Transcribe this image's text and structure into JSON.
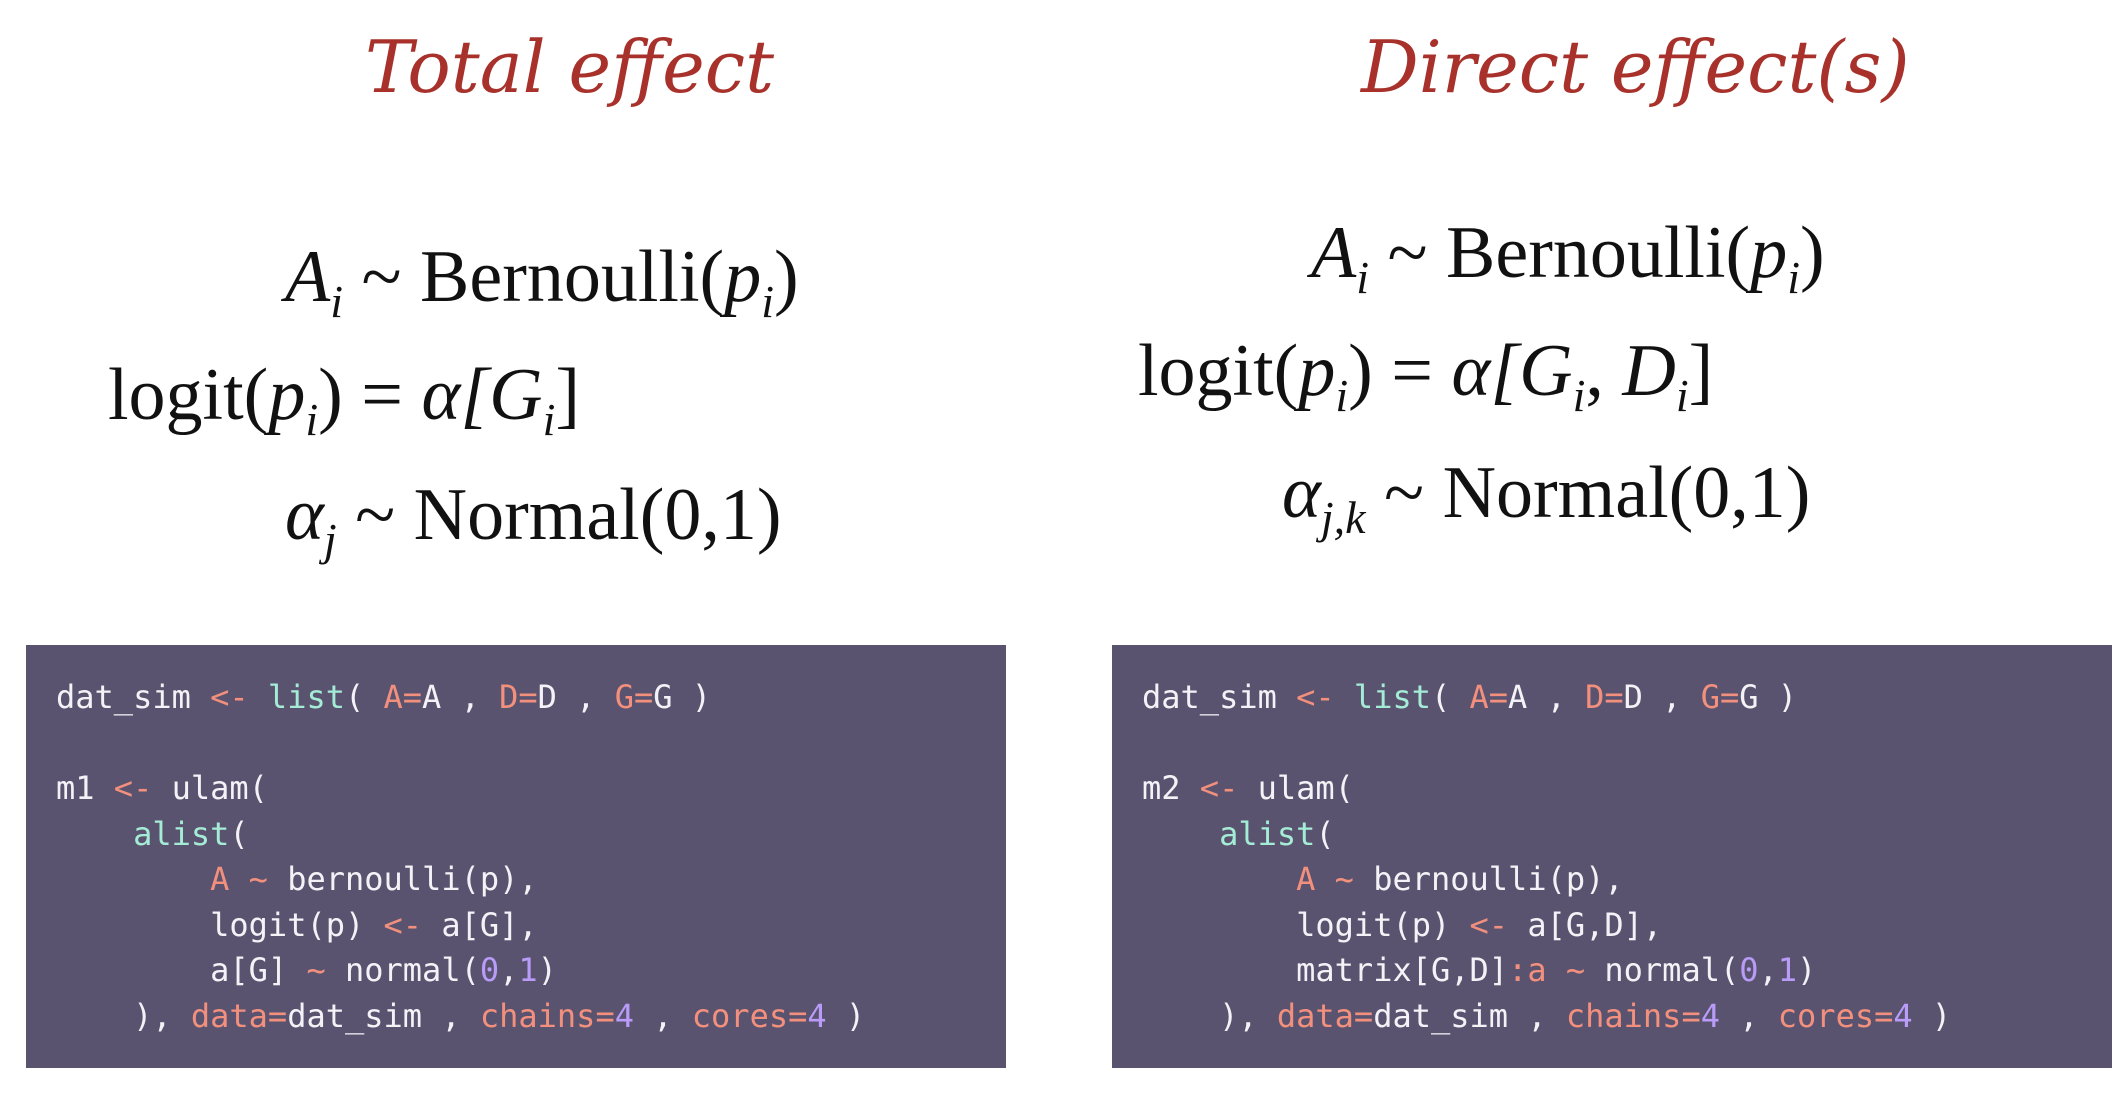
{
  "left": {
    "title": "Total effect",
    "equations": {
      "eq1": {
        "lhs_var": "A",
        "lhs_sub": "i",
        "rel": " ~ ",
        "dist": "Bernoulli(",
        "arg": "p",
        "arg_sub": "i",
        "close": ")"
      },
      "eq2": {
        "fn": "logit(",
        "arg": "p",
        "arg_sub": "i",
        "close": ")",
        "rel": " = ",
        "alpha": "α[",
        "idx": "G",
        "idx_sub": "i",
        "end": "]"
      },
      "eq3": {
        "lhs_var": "α",
        "lhs_sub": "j",
        "rel": " ~ ",
        "dist": "Normal(0,1)"
      }
    },
    "code": [
      [
        [
          "t",
          "dat_sim "
        ],
        [
          "op",
          "<-"
        ],
        [
          "t",
          " "
        ],
        [
          "f",
          "list"
        ],
        [
          "t",
          "( "
        ],
        [
          "k",
          "A"
        ],
        [
          "op",
          "="
        ],
        [
          "t",
          "A , "
        ],
        [
          "k",
          "D"
        ],
        [
          "op",
          "="
        ],
        [
          "t",
          "D , "
        ],
        [
          "k",
          "G"
        ],
        [
          "op",
          "="
        ],
        [
          "t",
          "G )"
        ]
      ],
      [],
      [
        [
          "t",
          "m1 "
        ],
        [
          "op",
          "<-"
        ],
        [
          "t",
          " ulam("
        ]
      ],
      [
        [
          "t",
          "    "
        ],
        [
          "f",
          "alist"
        ],
        [
          "t",
          "("
        ]
      ],
      [
        [
          "t",
          "        "
        ],
        [
          "k",
          "A"
        ],
        [
          "t",
          " "
        ],
        [
          "op",
          "~"
        ],
        [
          "t",
          " bernoulli(p),"
        ]
      ],
      [
        [
          "t",
          "        logit(p) "
        ],
        [
          "op",
          "<-"
        ],
        [
          "t",
          " a[G],"
        ]
      ],
      [
        [
          "t",
          "        a[G] "
        ],
        [
          "op",
          "~"
        ],
        [
          "t",
          " normal("
        ],
        [
          "n",
          "0"
        ],
        [
          "t",
          ","
        ],
        [
          "n",
          "1"
        ],
        [
          "t",
          ")"
        ]
      ],
      [
        [
          "t",
          "    ), "
        ],
        [
          "k",
          "data"
        ],
        [
          "op",
          "="
        ],
        [
          "t",
          "dat_sim , "
        ],
        [
          "k",
          "chains"
        ],
        [
          "op",
          "="
        ],
        [
          "n",
          "4"
        ],
        [
          "t",
          " , "
        ],
        [
          "k",
          "cores"
        ],
        [
          "op",
          "="
        ],
        [
          "n",
          "4"
        ],
        [
          "t",
          " )"
        ]
      ]
    ]
  },
  "right": {
    "title": "Direct effect(s)",
    "equations": {
      "eq1": {
        "lhs_var": "A",
        "lhs_sub": "i",
        "rel": " ~ ",
        "dist": "Bernoulli(",
        "arg": "p",
        "arg_sub": "i",
        "close": ")"
      },
      "eq2": {
        "fn": "logit(",
        "arg": "p",
        "arg_sub": "i",
        "close": ")",
        "rel": " = ",
        "alpha": "α[",
        "idx": "G",
        "idx_sub": "i",
        "sep": ", ",
        "idx2": "D",
        "idx2_sub": "i",
        "end": "]"
      },
      "eq3": {
        "lhs_var": "α",
        "lhs_sub": "j,k",
        "rel": " ~ ",
        "dist": "Normal(0,1)"
      }
    },
    "code": [
      [
        [
          "t",
          "dat_sim "
        ],
        [
          "op",
          "<-"
        ],
        [
          "t",
          " "
        ],
        [
          "f",
          "list"
        ],
        [
          "t",
          "( "
        ],
        [
          "k",
          "A"
        ],
        [
          "op",
          "="
        ],
        [
          "t",
          "A , "
        ],
        [
          "k",
          "D"
        ],
        [
          "op",
          "="
        ],
        [
          "t",
          "D , "
        ],
        [
          "k",
          "G"
        ],
        [
          "op",
          "="
        ],
        [
          "t",
          "G )"
        ]
      ],
      [],
      [
        [
          "t",
          "m2 "
        ],
        [
          "op",
          "<-"
        ],
        [
          "t",
          " ulam("
        ]
      ],
      [
        [
          "t",
          "    "
        ],
        [
          "f",
          "alist"
        ],
        [
          "t",
          "("
        ]
      ],
      [
        [
          "t",
          "        "
        ],
        [
          "k",
          "A"
        ],
        [
          "t",
          " "
        ],
        [
          "op",
          "~"
        ],
        [
          "t",
          " bernoulli(p),"
        ]
      ],
      [
        [
          "t",
          "        logit(p) "
        ],
        [
          "op",
          "<-"
        ],
        [
          "t",
          " a[G,D],"
        ]
      ],
      [
        [
          "t",
          "        matrix[G,D]"
        ],
        [
          "op",
          ":"
        ],
        [
          "k",
          "a"
        ],
        [
          "t",
          " "
        ],
        [
          "op",
          "~"
        ],
        [
          "t",
          " normal("
        ],
        [
          "n",
          "0"
        ],
        [
          "t",
          ","
        ],
        [
          "n",
          "1"
        ],
        [
          "t",
          ")"
        ]
      ],
      [
        [
          "t",
          "    ), "
        ],
        [
          "k",
          "data"
        ],
        [
          "op",
          "="
        ],
        [
          "t",
          "dat_sim , "
        ],
        [
          "k",
          "chains"
        ],
        [
          "op",
          "="
        ],
        [
          "n",
          "4"
        ],
        [
          "t",
          " , "
        ],
        [
          "k",
          "cores"
        ],
        [
          "op",
          "="
        ],
        [
          "n",
          "4"
        ],
        [
          "t",
          " )"
        ]
      ]
    ]
  },
  "colors": {
    "title": "#a8322b",
    "code_bg": "#5a5370",
    "code_text": "#f4f2f6",
    "keyword": "#f2907d",
    "function": "#a5ecd6",
    "number": "#b89cf7"
  }
}
